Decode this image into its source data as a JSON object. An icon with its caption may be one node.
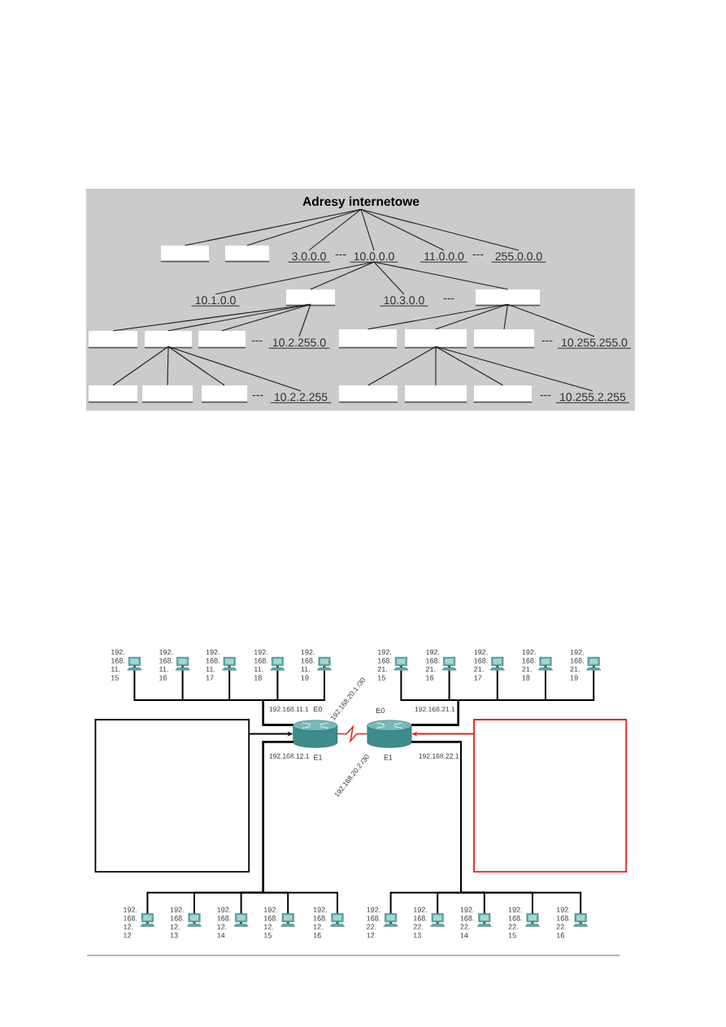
{
  "diagram": {
    "nodes": [
      {
        "text": [
          "Adresy internetowe"
        ]
      },
      {
        "text": [],
        "shape": "box"
      },
      {
        "text": [],
        "shape": "box"
      },
      {
        "text": [
          "3.0.0.0"
        ]
      },
      {
        "text": [
          "10.0.0.0"
        ]
      },
      {
        "text": [
          "11.0.0.0"
        ]
      },
      {
        "text": [
          "255.0.0.0"
        ]
      },
      {
        "text": [
          "10.1.0.0"
        ]
      },
      {
        "text": [],
        "shape": "box"
      },
      {
        "text": [
          "10.3.0.0"
        ]
      },
      {
        "text": [],
        "shape": "box"
      },
      {
        "text": [],
        "shape": "box"
      },
      {
        "text": [],
        "shape": "box"
      },
      {
        "text": [],
        "shape": "box"
      },
      {
        "text": [
          "10.2.255.0"
        ]
      },
      {
        "text": [],
        "shape": "box"
      },
      {
        "text": [],
        "shape": "box"
      },
      {
        "text": [],
        "shape": "box"
      },
      {
        "text": [
          "10.255.255.0"
        ]
      },
      {
        "text": [],
        "shape": "box"
      },
      {
        "text": [],
        "shape": "box"
      },
      {
        "text": [],
        "shape": "box"
      },
      {
        "text": [
          "10.2.2.255"
        ]
      },
      {
        "text": [],
        "shape": "box"
      },
      {
        "text": [],
        "shape": "box"
      },
      {
        "text": [],
        "shape": "box"
      },
      {
        "text": [
          "10.255.2.255"
        ]
      },
      {
        "text": [],
        "shape": "picture",
        "beside": [
          "192. 168. 11. 15"
        ]
      },
      {
        "text": [],
        "shape": "picture",
        "beside": [
          "192. 168. 11. 16"
        ]
      },
      {
        "text": [],
        "shape": "picture",
        "beside": [
          "192. 168. 11. 17"
        ]
      },
      {
        "text": [],
        "shape": "picture",
        "beside": [
          "192. 168. 11. 18"
        ]
      },
      {
        "text": [],
        "shape": "picture",
        "beside": [
          "192. 168. 11. 19"
        ]
      },
      {
        "text": [],
        "shape": "picture",
        "beside": [
          "192. 168. 21. 15"
        ]
      },
      {
        "text": [],
        "shape": "picture",
        "beside": [
          "192. 168. 21. 16"
        ]
      },
      {
        "text": [],
        "shape": "picture",
        "beside": [
          "192. 168. 21. 17"
        ]
      },
      {
        "text": [],
        "shape": "picture",
        "beside": [
          "192. 168. 21. 18"
        ]
      },
      {
        "text": [],
        "shape": "picture",
        "beside": [
          "192. 168. 21. 19"
        ]
      },
      {
        "text": [],
        "shape": "box"
      },
      {
        "text": [],
        "shape": "picture",
        "beside": [
          "192.168.11.1",
          "E0",
          "192.168.20.1 /30",
          "192.168.12.1",
          "E1"
        ]
      },
      {
        "text": [],
        "shape": "picture",
        "beside": [
          "E0",
          "192.168.21.1",
          "192.168.20.2 /30",
          "E1",
          "192.168.22.1"
        ]
      },
      {
        "text": [],
        "shape": "box"
      },
      {
        "text": [],
        "shape": "picture",
        "beside": [
          "192. 168. 12. 12"
        ]
      },
      {
        "text": [],
        "shape": "picture",
        "beside": [
          "192. 168. 12. 13"
        ]
      },
      {
        "text": [],
        "shape": "picture",
        "beside": [
          "192. 168. 12. 14"
        ]
      },
      {
        "text": [],
        "shape": "picture",
        "beside": [
          "192. 168. 12. 15"
        ]
      },
      {
        "text": [],
        "shape": "picture",
        "beside": [
          "192. 168. 12. 16"
        ]
      },
      {
        "text": [],
        "shape": "picture",
        "beside": [
          "192. 168. 22. 12"
        ]
      },
      {
        "text": [],
        "shape": "picture",
        "beside": [
          "192. 168. 22. 13"
        ]
      },
      {
        "text": [],
        "shape": "picture",
        "beside": [
          "192. 168. 22. 14"
        ]
      },
      {
        "text": [],
        "shape": "picture",
        "beside": [
          "192. 168. 22. 15"
        ]
      },
      {
        "text": [],
        "shape": "picture",
        "beside": [
          "192. 168. 22. 16"
        ]
      }
    ],
    "edges": [
      {
        "from": 0,
        "to": 1,
        "arrow": "none"
      },
      {
        "from": 0,
        "to": 2,
        "arrow": "none"
      },
      {
        "from": 0,
        "to": 3,
        "arrow": "none"
      },
      {
        "from": 0,
        "to": 4,
        "arrow": "none"
      },
      {
        "from": 0,
        "to": 5,
        "arrow": "none"
      },
      {
        "from": 0,
        "to": 6,
        "arrow": "none"
      },
      {
        "from": 4,
        "to": 7,
        "arrow": "none"
      },
      {
        "from": 4,
        "to": 8,
        "arrow": "none"
      },
      {
        "from": 4,
        "to": 9,
        "arrow": "none"
      },
      {
        "from": 4,
        "to": 10,
        "arrow": "none"
      },
      {
        "from": 8,
        "to": 11,
        "arrow": "none"
      },
      {
        "from": 8,
        "to": 12,
        "arrow": "none"
      },
      {
        "from": 8,
        "to": 13,
        "arrow": "none"
      },
      {
        "from": 8,
        "to": 14,
        "arrow": "none"
      },
      {
        "from": 10,
        "to": 15,
        "arrow": "none"
      },
      {
        "from": 10,
        "to": 16,
        "arrow": "none"
      },
      {
        "from": 10,
        "to": 17,
        "arrow": "none"
      },
      {
        "from": 10,
        "to": 18,
        "arrow": "none"
      },
      {
        "from": 12,
        "to": 19,
        "arrow": "none"
      },
      {
        "from": 12,
        "to": 20,
        "arrow": "none"
      },
      {
        "from": 12,
        "to": 21,
        "arrow": "none"
      },
      {
        "from": 12,
        "to": 22,
        "arrow": "none"
      },
      {
        "from": 16,
        "to": 23,
        "arrow": "none"
      },
      {
        "from": 16,
        "to": 24,
        "arrow": "none"
      },
      {
        "from": 16,
        "to": 25,
        "arrow": "none"
      },
      {
        "from": 16,
        "to": 26,
        "arrow": "none"
      },
      {
        "from": 38,
        "to": 27,
        "arrow": "none"
      },
      {
        "from": 38,
        "to": 28,
        "arrow": "none"
      },
      {
        "from": 38,
        "to": 29,
        "arrow": "none"
      },
      {
        "from": 38,
        "to": 30,
        "arrow": "none"
      },
      {
        "from": 38,
        "to": 31,
        "arrow": "none"
      },
      {
        "from": 39,
        "to": 32,
        "arrow": "none"
      },
      {
        "from": 39,
        "to": 33,
        "arrow": "none"
      },
      {
        "from": 39,
        "to": 34,
        "arrow": "none"
      },
      {
        "from": 39,
        "to": 35,
        "arrow": "none"
      },
      {
        "from": 39,
        "to": 36,
        "arrow": "none"
      },
      {
        "from": 37,
        "to": 38,
        "arrow": "to"
      },
      {
        "from": 38,
        "to": 39,
        "arrow": "none",
        "color": "#e3211c"
      },
      {
        "from": 40,
        "to": 39,
        "arrow": "to",
        "color": "#e3211c"
      },
      {
        "from": 38,
        "to": 41,
        "arrow": "none"
      },
      {
        "from": 38,
        "to": 42,
        "arrow": "none"
      },
      {
        "from": 38,
        "to": 43,
        "arrow": "none"
      },
      {
        "from": 38,
        "to": 44,
        "arrow": "none"
      },
      {
        "from": 38,
        "to": 45,
        "arrow": "none"
      },
      {
        "from": 39,
        "to": 46,
        "arrow": "none"
      },
      {
        "from": 39,
        "to": 47,
        "arrow": "none"
      },
      {
        "from": 39,
        "to": 48,
        "arrow": "none"
      },
      {
        "from": 39,
        "to": 49,
        "arrow": "none"
      },
      {
        "from": 39,
        "to": 50,
        "arrow": "none"
      }
    ],
    "labels": [
      "---",
      "---",
      "---",
      "---",
      "---",
      "---",
      "---"
    ]
  }
}
